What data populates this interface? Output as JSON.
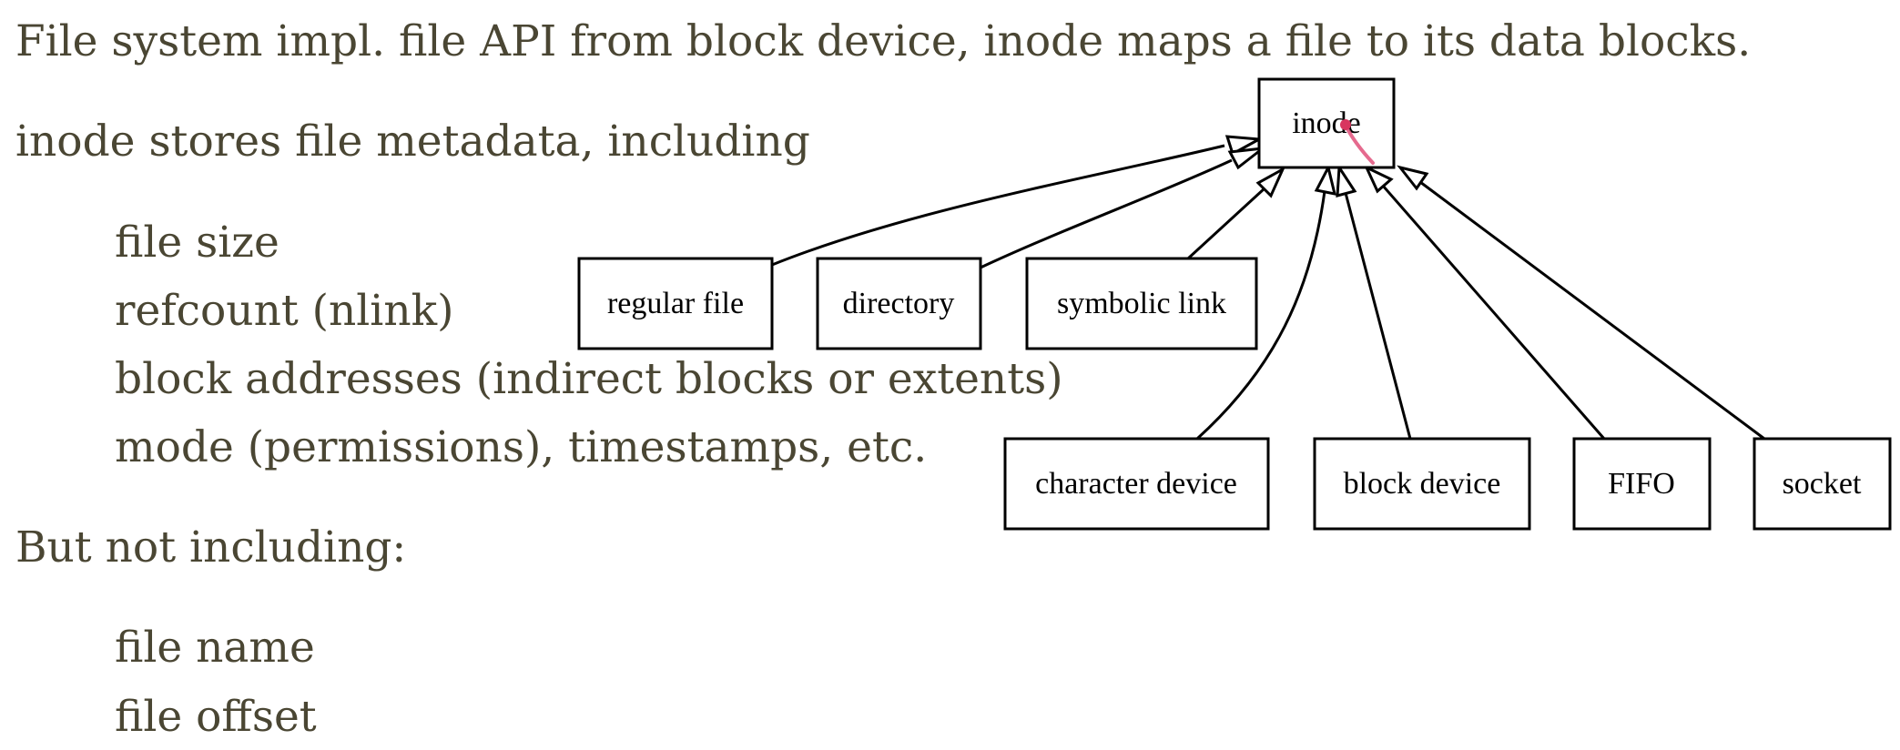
{
  "heading": "File system impl. file API from block device, inode maps a file to its data blocks.",
  "metadata_intro": "inode stores file metadata, including",
  "metadata_items": [
    "file size",
    "refcount (nlink)",
    "block addresses (indirect blocks or extents)",
    "mode (permissions), timestamps, etc."
  ],
  "exclusion_intro": "But not including:",
  "excluded_items": [
    "file name",
    "file offset"
  ],
  "diagram": {
    "root": "inode",
    "subtypes": [
      "regular file",
      "directory",
      "symbolic link",
      "character device",
      "block device",
      "FIFO",
      "socket"
    ]
  }
}
